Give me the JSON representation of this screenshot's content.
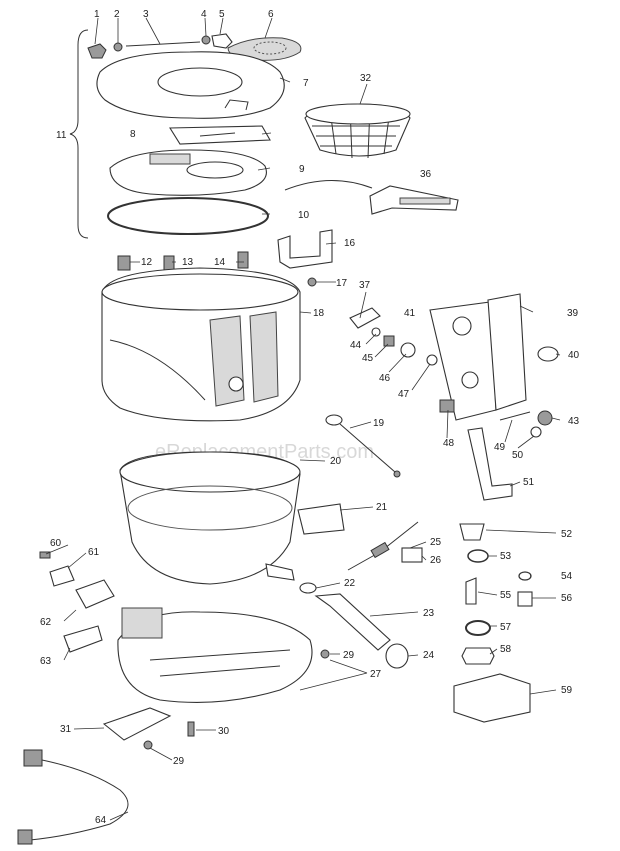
{
  "watermark": "eReplacementParts.com",
  "labels": [
    "1",
    "2",
    "3",
    "4",
    "5",
    "6",
    "7",
    "8",
    "9",
    "10",
    "11",
    "12",
    "13",
    "14",
    "16",
    "17",
    "18",
    "19",
    "20",
    "21",
    "22",
    "23",
    "24",
    "25",
    "26",
    "27",
    "29",
    "29",
    "30",
    "31",
    "32",
    "36",
    "37",
    "39",
    "40",
    "41",
    "43",
    "44",
    "45",
    "46",
    "47",
    "48",
    "49",
    "50",
    "51",
    "52",
    "53",
    "54",
    "55",
    "56",
    "57",
    "58",
    "59",
    "60",
    "61",
    "62",
    "63",
    "64"
  ]
}
